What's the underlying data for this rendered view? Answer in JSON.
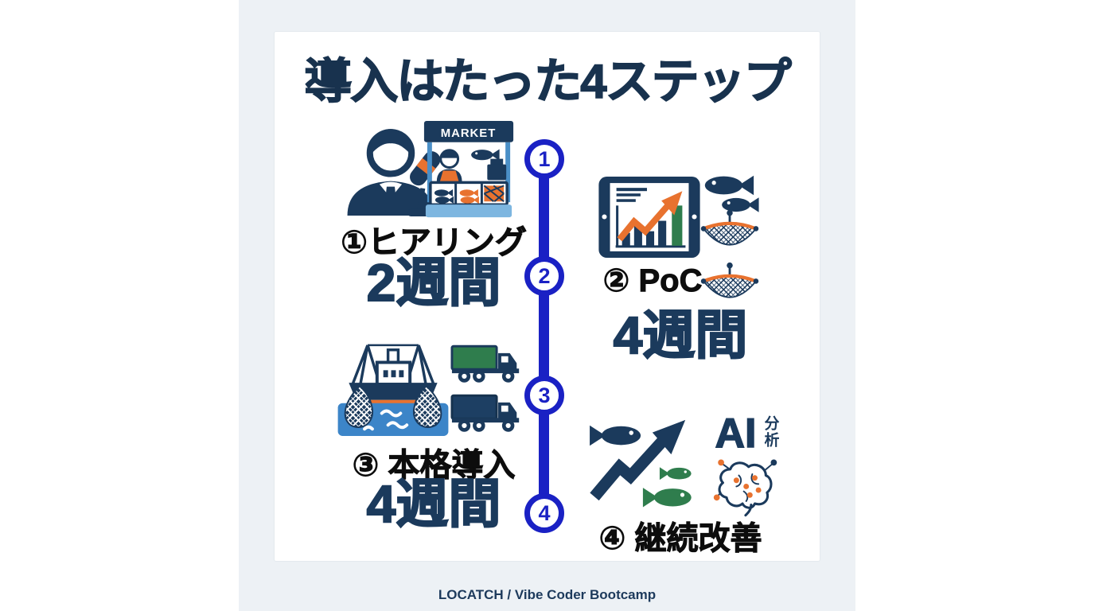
{
  "title": "導入はたった4ステップ",
  "footer": "LOCATCH / Vibe Coder Bootcamp",
  "market_sign": "MARKET",
  "ai": {
    "label": "AI",
    "sublabel": "分析"
  },
  "timeline": {
    "numbers": [
      "1",
      "2",
      "3",
      "4"
    ]
  },
  "steps": [
    {
      "label": "①ヒアリング",
      "duration": "2週間",
      "icons": [
        "interviewer-icon",
        "market-stall-icon"
      ]
    },
    {
      "label": "② PoC",
      "duration": "4週間",
      "icons": [
        "tablet-chart-icon",
        "fish-icon",
        "fishing-net-icon"
      ]
    },
    {
      "label": "③ 本格導入",
      "duration": "4週間",
      "icons": [
        "fishing-boat-icon",
        "truck-icon"
      ]
    },
    {
      "label": "④ 継続改善",
      "duration": "",
      "icons": [
        "growth-arrow-fish-icon",
        "ai-brain-icon"
      ]
    }
  ],
  "colors": {
    "navy": "#1b3a5c",
    "timeline_blue": "#1a21c4",
    "orange": "#e8722f",
    "green": "#2f7d4d",
    "water_blue": "#3c85c8",
    "post_blue": "#4a8fc7",
    "background": "#edf1f5",
    "card": "#ffffff",
    "label_black": "#0d0d0d"
  }
}
